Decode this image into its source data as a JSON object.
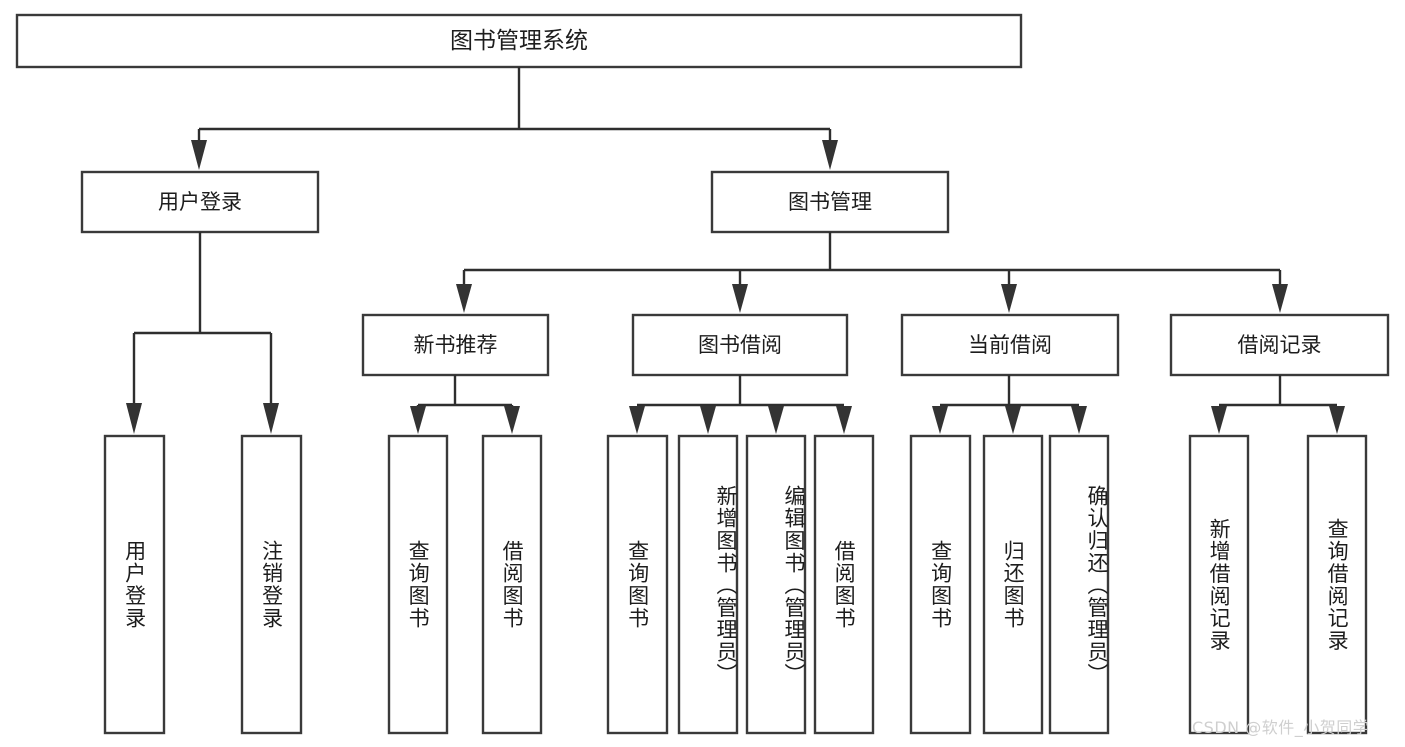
{
  "diagram": {
    "type": "tree-hierarchy",
    "title": "图书管理系统",
    "root": {
      "id": "root",
      "label": "图书管理系统"
    },
    "level2": [
      {
        "id": "user-login",
        "label": "用户登录"
      },
      {
        "id": "book-manage",
        "label": "图书管理"
      }
    ],
    "level3": [
      {
        "id": "new-book-recommend",
        "label": "新书推荐",
        "parent": "book-manage"
      },
      {
        "id": "book-borrow",
        "label": "图书借阅",
        "parent": "book-manage"
      },
      {
        "id": "current-borrow",
        "label": "当前借阅",
        "parent": "book-manage"
      },
      {
        "id": "borrow-record",
        "label": "借阅记录",
        "parent": "book-manage"
      }
    ],
    "leaves": [
      {
        "id": "leaf-user-login",
        "label": "用户登录",
        "parent": "user-login"
      },
      {
        "id": "leaf-logout-login",
        "label": "注销登录",
        "parent": "user-login"
      },
      {
        "id": "leaf-query-book-1",
        "label": "查询图书",
        "parent": "new-book-recommend"
      },
      {
        "id": "leaf-borrow-book-1",
        "label": "借阅图书",
        "parent": "new-book-recommend"
      },
      {
        "id": "leaf-query-book-2",
        "label": "查询图书",
        "parent": "book-borrow"
      },
      {
        "id": "leaf-add-book",
        "label": "新增图书（管理员）",
        "parent": "book-borrow"
      },
      {
        "id": "leaf-edit-book",
        "label": "编辑图书（管理员）",
        "parent": "book-borrow"
      },
      {
        "id": "leaf-borrow-book-2",
        "label": "借阅图书",
        "parent": "book-borrow"
      },
      {
        "id": "leaf-query-book-3",
        "label": "查询图书",
        "parent": "current-borrow"
      },
      {
        "id": "leaf-return-book",
        "label": "归还图书",
        "parent": "current-borrow"
      },
      {
        "id": "leaf-confirm-return",
        "label": "确认归还（管理员）",
        "parent": "current-borrow"
      },
      {
        "id": "leaf-add-record",
        "label": "新增借阅记录",
        "parent": "borrow-record"
      },
      {
        "id": "leaf-query-record",
        "label": "查询借阅记录",
        "parent": "borrow-record"
      }
    ],
    "watermark": "CSDN @软件_小贺同学",
    "colors": {
      "background": "#ffffff",
      "box_stroke": "#3a3a3a",
      "connector": "#2e2e2e",
      "text": "#1d1d1d",
      "watermark": "#cfcfcf"
    }
  }
}
